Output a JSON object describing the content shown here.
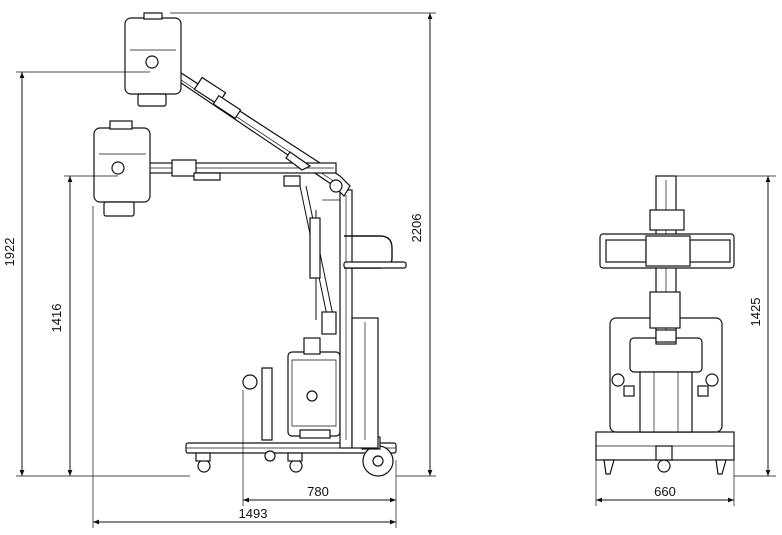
{
  "dimensions": {
    "height_max": "2206",
    "height_raised": "1922",
    "height_lowered": "1416",
    "base_length": "780",
    "total_length": "1493",
    "front_width": "660",
    "front_height": "1425"
  },
  "icons": [
    "arrow-end-marker"
  ]
}
